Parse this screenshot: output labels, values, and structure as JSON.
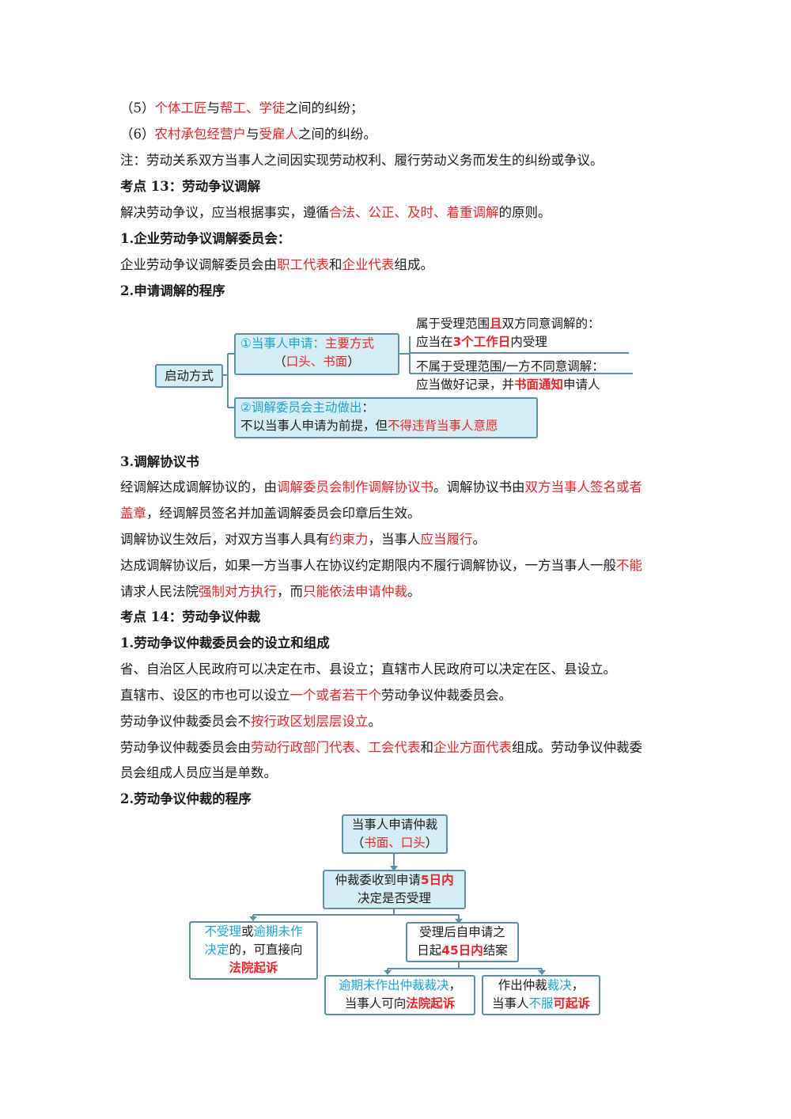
{
  "lines": {
    "l1": [
      "（5）",
      "个体工匠",
      "与",
      "帮工、学徒",
      "之间的纠纷；"
    ],
    "l2": [
      "（6）",
      "农村承包经营户",
      "与",
      "受雇人",
      "之间的纠纷。"
    ],
    "l3": "注：劳动关系双方当事人之间因实现劳动权利、履行劳动义务而发生的纠纷或争议。",
    "h13": "考点 13：劳动争议调解",
    "l4": [
      "解决劳动争议，应当根据事实，遵循",
      "合法、公正、及时、着重调解",
      "的原则。"
    ],
    "h1": "1.企业劳动争议调解委员会：",
    "l5": [
      "企业劳动争议调解委员会由",
      "职工代表",
      "和",
      "企业代表",
      "组成。"
    ],
    "h2": "2.申请调解的程序",
    "h3": "3.调解协议书",
    "l6": [
      "经调解达成调解协议的，由",
      "调解委员会制作调解协议书",
      "。调解协议书由",
      "双方当事人签名或者"
    ],
    "l7": [
      "盖章",
      "，经调解员签名并加盖调解委员会印章后生效。"
    ],
    "l8": [
      "调解协议生效后，对双方当事人具有",
      "约束力",
      "，当事人",
      "应当履行",
      "。"
    ],
    "l9": [
      "达成调解协议后，如果一方当事人在协议约定期限内不履行调解协议，一方当事人一般",
      "不能"
    ],
    "l10": [
      "请求人民法院",
      "强制对方执行",
      "，而",
      "只能依法申请仲裁",
      "。"
    ],
    "h14": "考点 14：劳动争议仲裁",
    "h4": "1.劳动争议仲裁委员会的设立和组成",
    "l11": "省、自治区人民政府可以决定在市、县设立；直辖市人民政府可以决定在区、县设立。",
    "l12": [
      "直辖市、设区的市也可以设立",
      "一个或者若干个",
      "劳动争议仲裁委员会。"
    ],
    "l13": [
      "劳动争议仲裁委员会不",
      "按行政区划层层设立",
      "。"
    ],
    "l14": [
      "劳动争议仲裁委员会由",
      "劳动行政部门代表、工会代表",
      "和",
      "企业方面代表",
      "组成。劳动争议仲裁委"
    ],
    "l15": "员会组成人员应当是单数。",
    "h5": "2.劳动争议仲裁的程序"
  },
  "mediation_diagram": {
    "root": "启动方式",
    "opt1": [
      "①当事人申请：",
      "主要方式",
      "（",
      "口头、书面",
      "）"
    ],
    "opt1_a1": [
      "属于受理范围",
      "且",
      "双方同意调解的："
    ],
    "opt1_a2": [
      "应当在",
      "3个工作日",
      "内受理"
    ],
    "opt1_b1": "不属于受理范围/一方不同意调解：",
    "opt1_b2": [
      "应当做好记录，并",
      "书面通知",
      "申请人"
    ],
    "opt2a": [
      "②调解委员会主动做出",
      "："
    ],
    "opt2b": [
      "不以当事人申请为前提，但",
      "不得违背当事人意愿"
    ]
  },
  "arbitration_diagram": {
    "n1a": "当事人申请仲裁",
    "n1b": [
      "（",
      "书面、口头",
      "）"
    ],
    "n2a": [
      "仲裁委收到申请",
      "5日内"
    ],
    "n2b": "决定是否受理",
    "n3a": [
      "不受理",
      "或",
      "逾期未作"
    ],
    "n3b": [
      "决定",
      "的，可直接向"
    ],
    "n3c": "法院起诉",
    "n4a": "受理后自申请之",
    "n4b": [
      "日起",
      "45日内",
      "结案"
    ],
    "n5a": [
      "逾期未作出仲裁裁决",
      "，"
    ],
    "n5b": [
      "当事人可向",
      "法院起诉"
    ],
    "n6a": [
      "作出仲裁",
      "裁决",
      "，"
    ],
    "n6b": [
      "当事人",
      "不服",
      "可起诉"
    ]
  }
}
